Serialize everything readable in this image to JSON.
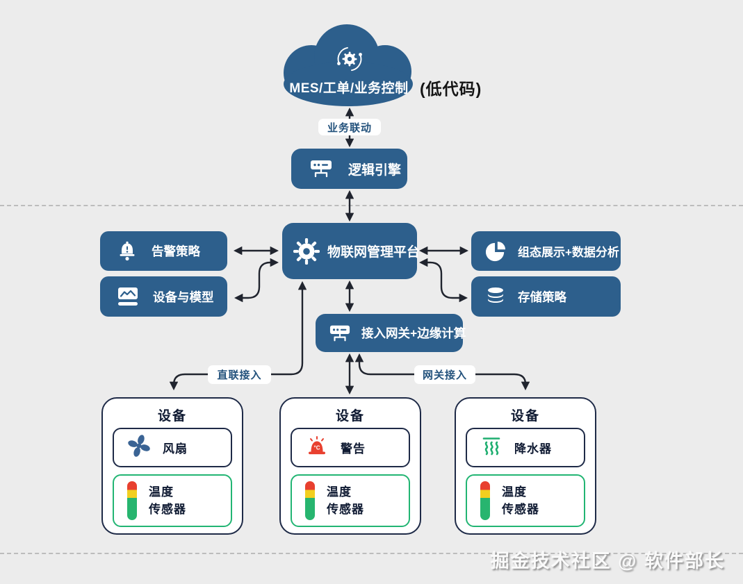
{
  "colors": {
    "background": "#ececec",
    "node_blue": "#2d5f8c",
    "sensor_green": "#22b573",
    "alarm_red": "#e8402f",
    "connector_dark": "#20242e",
    "pill_text_blue": "#23527c",
    "device_border_navy": "#1e2a47"
  },
  "cloud": {
    "title": "MES/工单/业务控制",
    "annotation": "(低代码)",
    "icon": "gear-sync-icon"
  },
  "connector_labels": {
    "business_link": "业务联动",
    "direct_access": "直联接入",
    "gateway_access": "网关接入"
  },
  "nodes": {
    "logic_engine": {
      "label": "逻辑引擎",
      "icon": "switch-icon"
    },
    "iot_platform": {
      "label": "物联网管理平台",
      "icon": "gear-icon"
    },
    "alarm_policy": {
      "label": "告警策略",
      "icon": "bell-alert-icon"
    },
    "device_model": {
      "label": "设备与模型",
      "icon": "device-card-icon"
    },
    "scada_analysis": {
      "label": "组态展示+数据分析",
      "icon": "pie-chart-icon"
    },
    "storage_policy": {
      "label": "存储策略",
      "icon": "database-icon"
    },
    "edge_gateway": {
      "label": "接入网关+边缘计算",
      "icon": "switch-icon"
    }
  },
  "devices": [
    {
      "title": "设备",
      "actuator": {
        "label": "风扇",
        "icon": "fan-icon"
      },
      "sensor": {
        "label": "温度\n传感器",
        "icon": "thermometer-icon"
      }
    },
    {
      "title": "设备",
      "actuator": {
        "label": "警告",
        "icon": "alarm-light-icon"
      },
      "sensor": {
        "label": "温度\n传感器",
        "icon": "thermometer-icon"
      }
    },
    {
      "title": "设备",
      "actuator": {
        "label": "降水器",
        "icon": "steam-icon"
      },
      "sensor": {
        "label": "温度\n传感器",
        "icon": "thermometer-icon"
      }
    }
  ],
  "watermark": "掘金技术社区 @ 软件部长"
}
